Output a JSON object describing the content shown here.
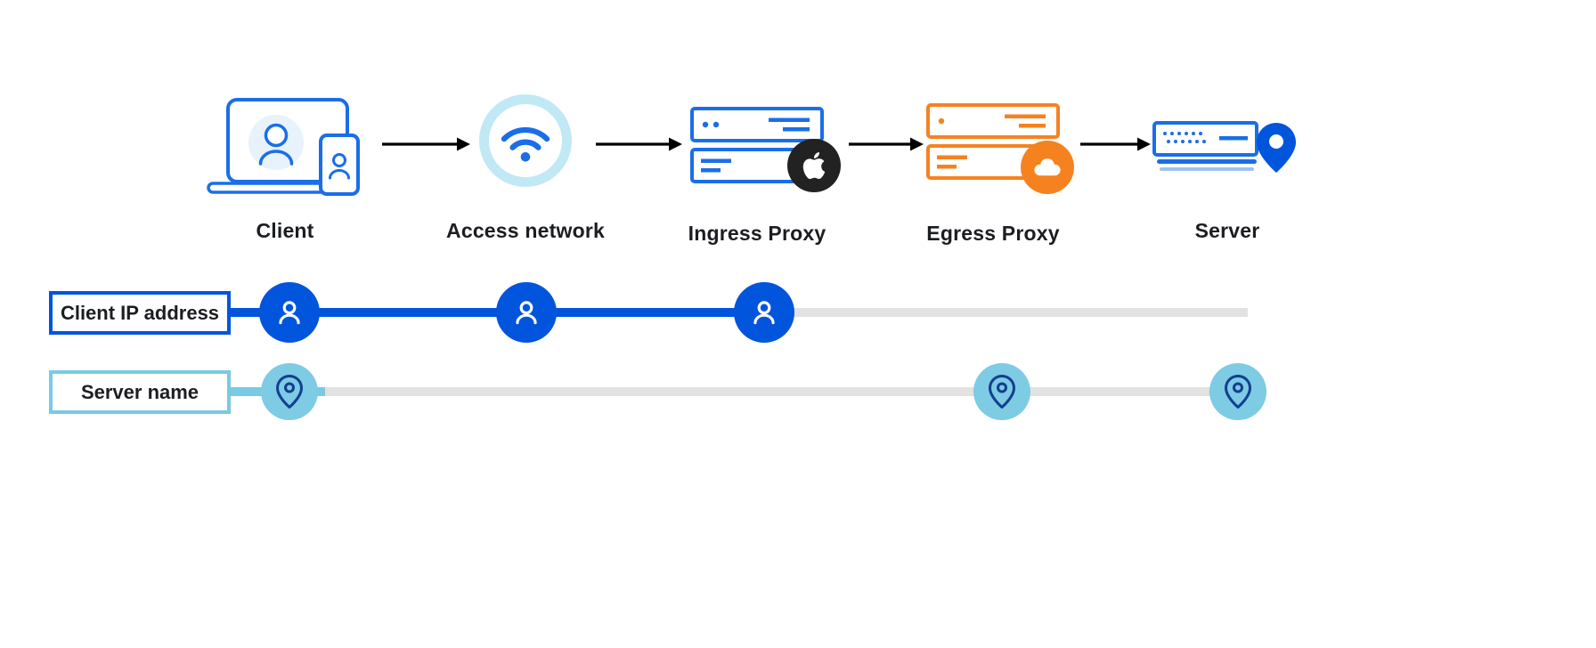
{
  "diagram": {
    "nodes": [
      {
        "id": "client",
        "label": "Client",
        "icon": "laptop-with-person-and-phone-icon"
      },
      {
        "id": "access-network",
        "label": "Access network",
        "icon": "wifi-icon"
      },
      {
        "id": "ingress-proxy",
        "label": "Ingress Proxy",
        "icon": "server-stack-icon",
        "badge": "apple-logo-icon"
      },
      {
        "id": "egress-proxy",
        "label": "Egress Proxy",
        "icon": "server-stack-icon",
        "badge": "cloudflare-logo-icon"
      },
      {
        "id": "server",
        "label": "Server",
        "icon": "server-with-pin-icon"
      }
    ],
    "arrows": [
      {
        "from": "client",
        "to": "access-network"
      },
      {
        "from": "access-network",
        "to": "ingress-proxy"
      },
      {
        "from": "ingress-proxy",
        "to": "egress-proxy"
      },
      {
        "from": "egress-proxy",
        "to": "server"
      }
    ],
    "tracks": [
      {
        "id": "client-ip-address",
        "label": "Client IP address",
        "color": "#0055dc",
        "marker": "person-icon",
        "visible_at": [
          "client",
          "access-network",
          "ingress-proxy"
        ]
      },
      {
        "id": "server-name",
        "label": "Server name",
        "color": "#79cae4",
        "marker": "location-pin-icon",
        "visible_at": [
          "client",
          "egress-proxy",
          "server"
        ]
      }
    ],
    "icons": {
      "laptop-with-person-and-phone-icon": "laptop with person avatar and phone",
      "wifi-icon": "wifi arcs with dot",
      "server-stack-icon": "two stacked server boxes",
      "apple-logo-icon": "apple silhouette",
      "cloudflare-logo-icon": "cloud silhouette",
      "server-with-pin-icon": "server box with location pin",
      "person-icon": "person bust outline",
      "location-pin-icon": "map pin outline",
      "arrow-icon": "black right arrow"
    },
    "colors": {
      "blue": "#0055dc",
      "icon_blue": "#1a6ee8",
      "light_blue": "#79cae4",
      "pale_ring": "#c1e8f5",
      "orange": "#f6821f",
      "gray_line": "#e2e2e2",
      "black": "#000000",
      "label_text": "#1b1d21"
    }
  }
}
